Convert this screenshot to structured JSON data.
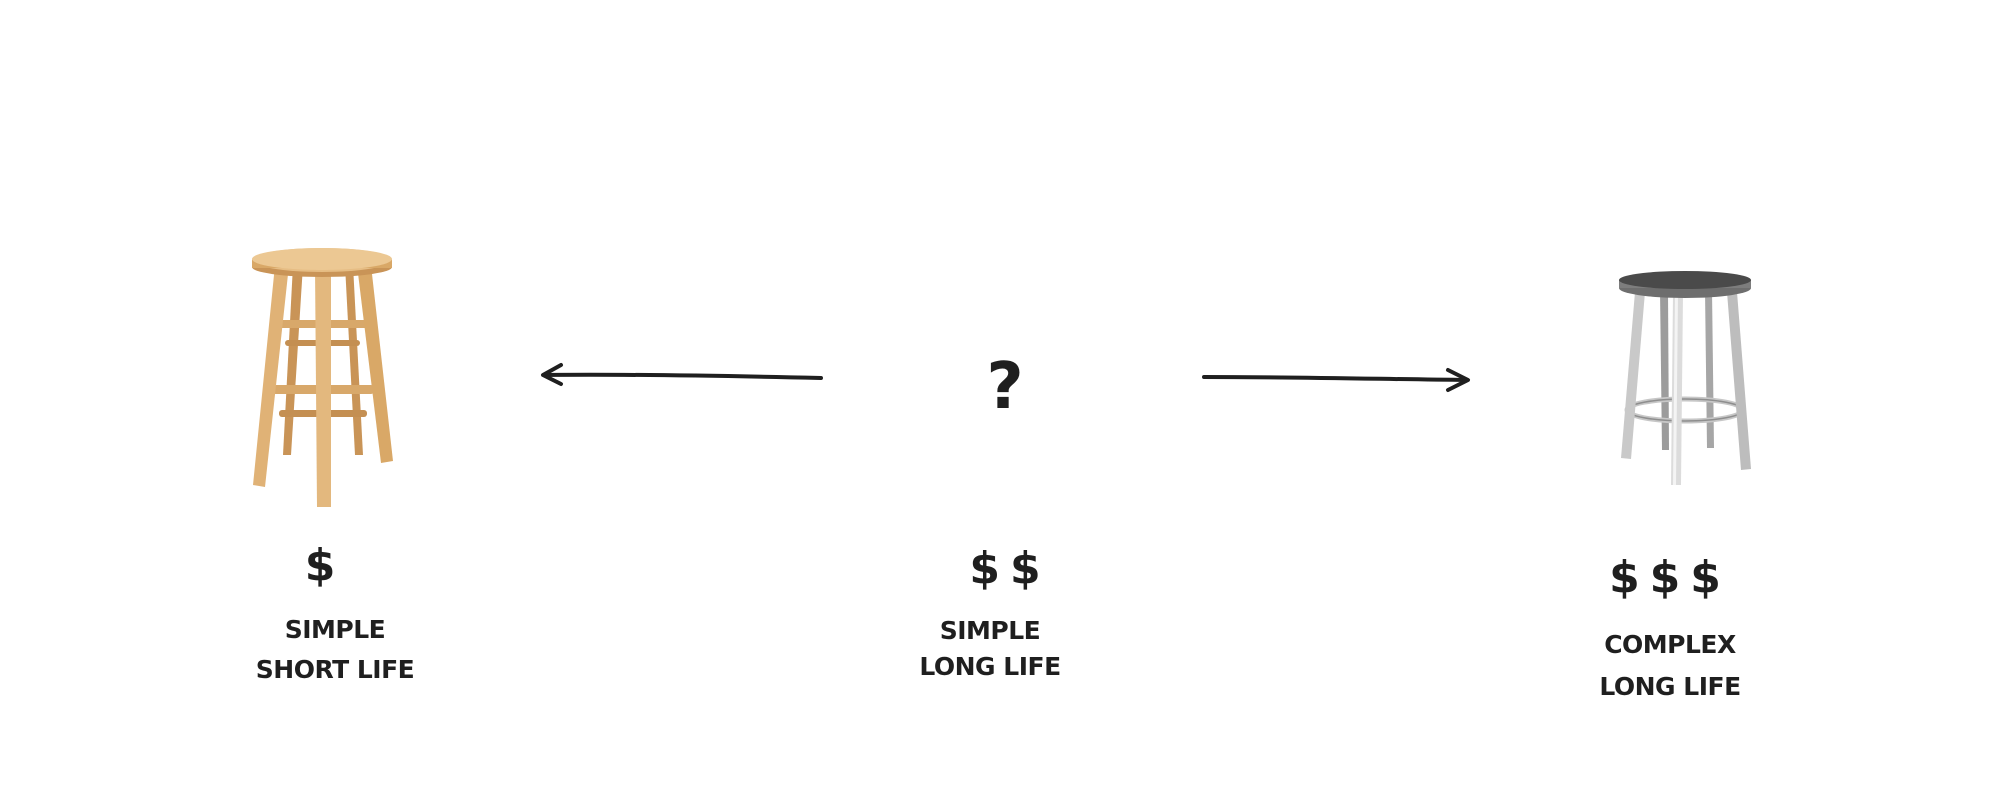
{
  "colors": {
    "ink": "#1f1f1f",
    "wood": "#d9a867",
    "wood_dark": "#b9864a",
    "steel": "#b8b8b8",
    "steel_dark": "#5a5a5a"
  },
  "icons": {
    "left": "wooden-stool-icon",
    "right": "steel-stool-icon",
    "arrows": [
      "arrow-left-icon",
      "arrow-right-icon"
    ]
  },
  "left": {
    "price": "$",
    "line1": "SIMPLE",
    "line2": "SHORT LIFE"
  },
  "middle": {
    "symbol": "?",
    "price": "$$",
    "line1": "SIMPLE",
    "line2": "LONG LIFE"
  },
  "right": {
    "price": "$$$",
    "line1": "COMPLEX",
    "line2": "LONG LIFE"
  }
}
